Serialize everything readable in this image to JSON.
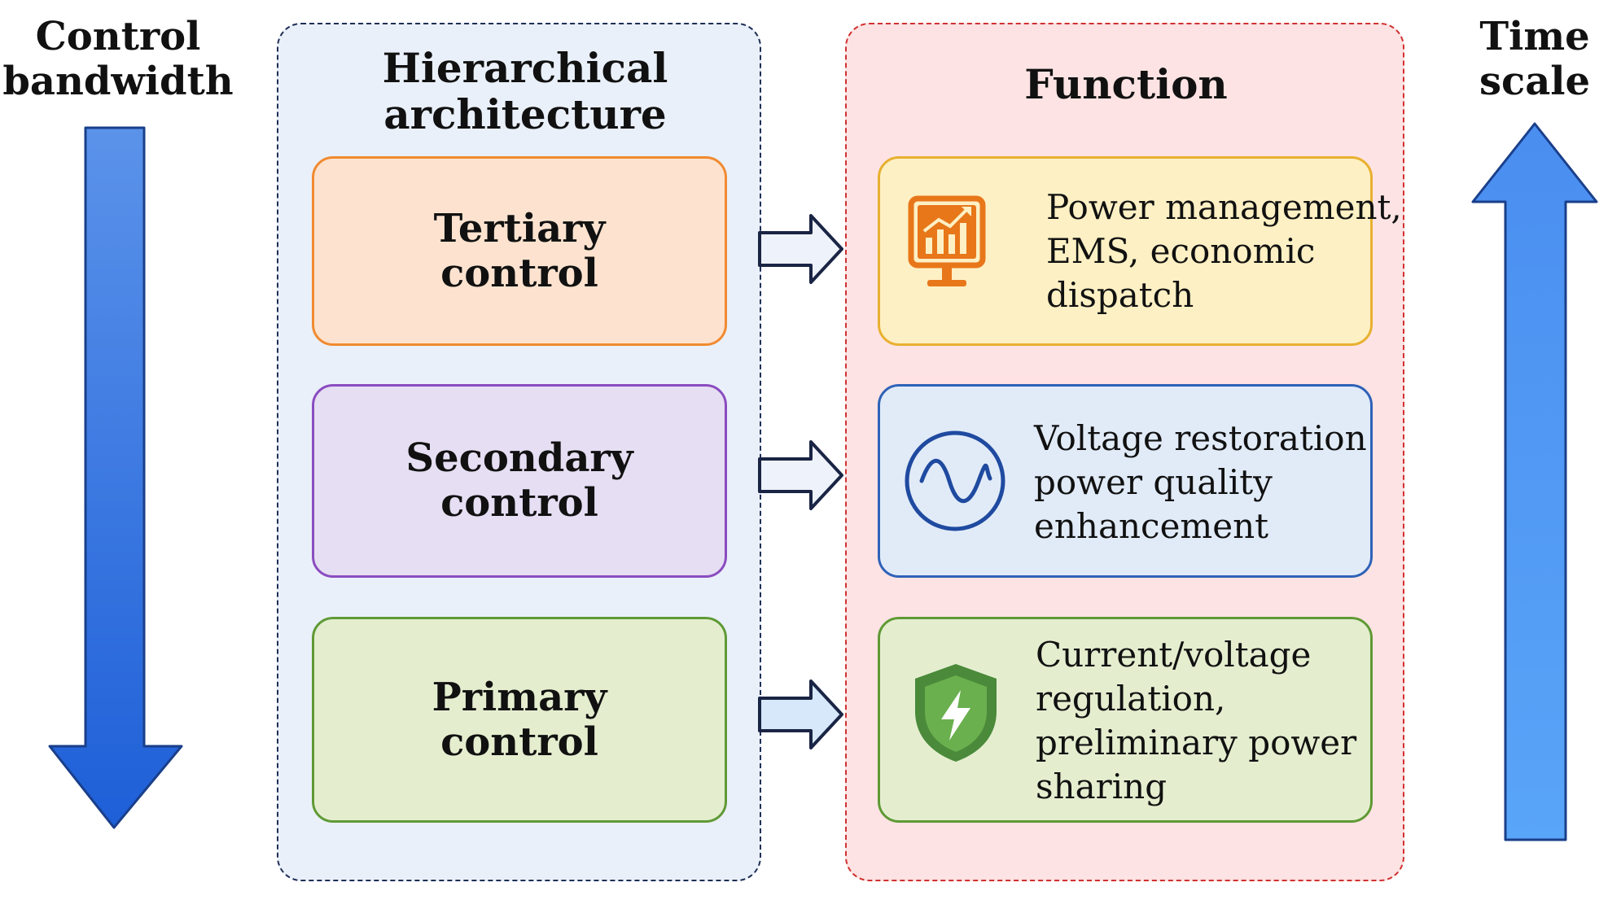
{
  "left_axis": {
    "title_lines": [
      "Control",
      "bandwidth"
    ],
    "color": "#2f6fe0"
  },
  "right_axis": {
    "title_lines": [
      "Time",
      "scale"
    ],
    "color": "#4c98f2"
  },
  "architecture": {
    "title_lines": [
      "Hierarchical",
      "architecture"
    ],
    "levels": [
      {
        "label_lines": [
          "Tertiary",
          "control"
        ],
        "fill": "#fde3cf",
        "border": "#f08a30"
      },
      {
        "label_lines": [
          "Secondary",
          "control"
        ],
        "fill": "#e6def3",
        "border": "#8a4cc0"
      },
      {
        "label_lines": [
          "Primary",
          "control"
        ],
        "fill": "#e4eecf",
        "border": "#5f9a35"
      }
    ]
  },
  "function": {
    "title": "Function",
    "items": [
      {
        "icon": "monitor-chart-icon",
        "text_lines": [
          "Power management,",
          "EMS, economic",
          "dispatch"
        ],
        "fill": "#fdf0c4",
        "border": "#e8b030",
        "icon_color": "#e8771a"
      },
      {
        "icon": "sine-wave-icon",
        "text_lines": [
          "Voltage restoration",
          "power quality",
          "enhancement"
        ],
        "fill": "#e1ebf8",
        "border": "#2f62b8",
        "icon_color": "#1f4aa0"
      },
      {
        "icon": "lightning-shield-icon",
        "text_lines": [
          "Current/voltage",
          "regulation,",
          "preliminary power",
          "sharing"
        ],
        "fill": "#e4eecf",
        "border": "#5f9a35",
        "icon_color": "#4a8a3a"
      }
    ]
  }
}
